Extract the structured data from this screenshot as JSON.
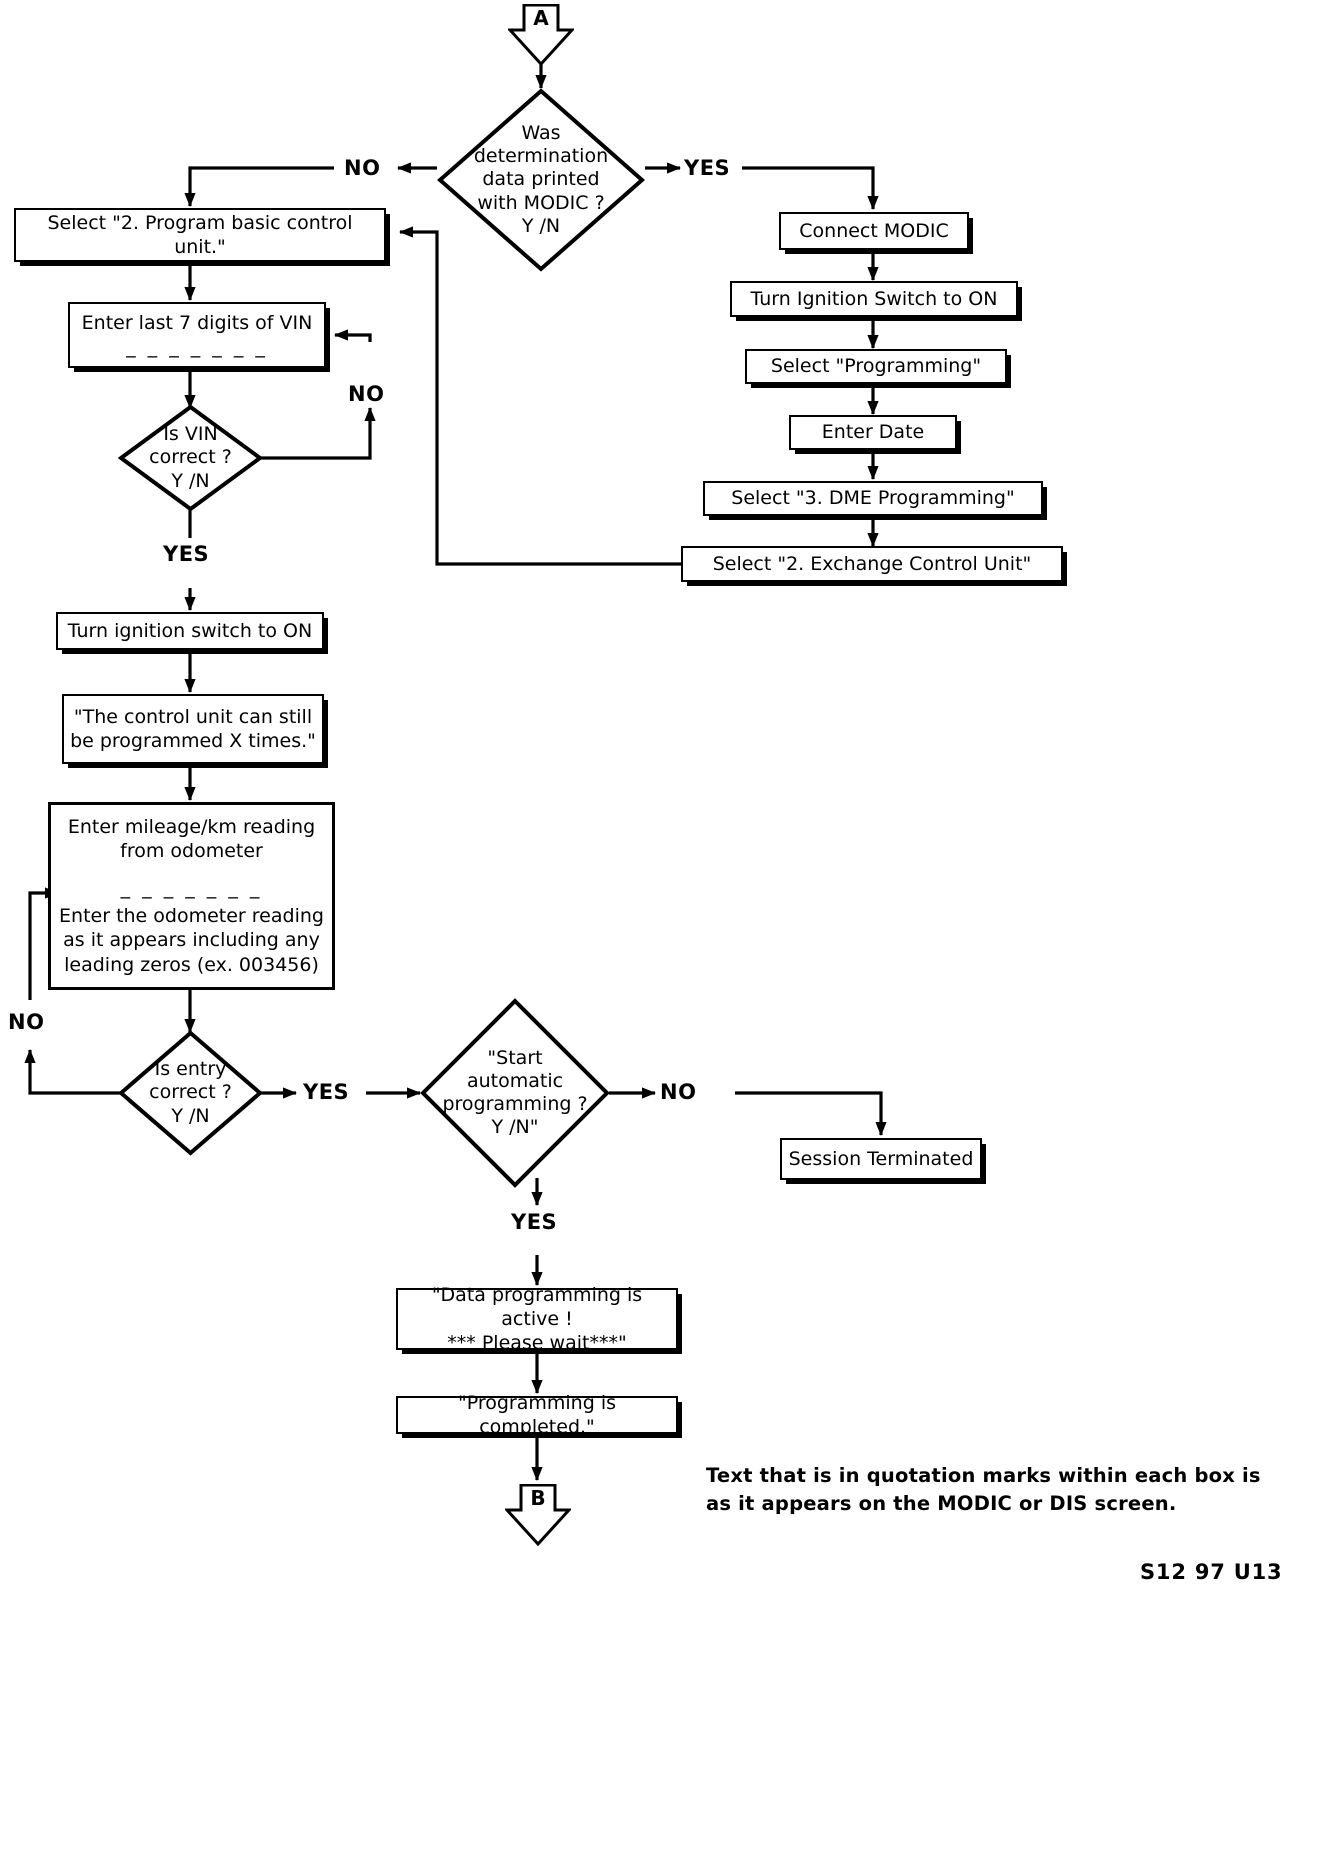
{
  "diagram": {
    "type": "flowchart",
    "title_connector_top": "A",
    "title_connector_bottom": "B",
    "caption": "S12 97 U13",
    "footnote": "Text that is in quotation marks within each box is as it appears on the MODIC or DIS screen."
  },
  "nodes": {
    "conn_a": {
      "label": "A",
      "shape": "arrow-connector"
    },
    "d_modic": {
      "line1": "Was",
      "line2": "determination",
      "line3": "data printed",
      "line4": "with MODIC ?",
      "line5": "Y /N",
      "shape": "decision"
    },
    "p_select2": {
      "text": "Select \"2. Program basic control unit.\"",
      "shape": "process"
    },
    "p_vin": {
      "line1": "Enter last 7 digits of VIN",
      "line2": "_ _ _ _ _ _ _",
      "shape": "process"
    },
    "d_vin": {
      "line1": "Is VIN",
      "line2": "correct ?",
      "line3": "Y /N",
      "shape": "decision"
    },
    "p_ign_left": {
      "text": "Turn ignition switch to ON",
      "shape": "process"
    },
    "p_xtimes": {
      "line1": "\"The control unit can still",
      "line2": "be programmed X times.\"",
      "shape": "process"
    },
    "p_mileage": {
      "line1": "Enter mileage/km reading",
      "line2": "from odometer",
      "line3": "_ _ _ _ _ _ _",
      "line4": "Enter the odometer reading",
      "line5": "as it appears including any",
      "line6": "leading zeros (ex. 003456)",
      "shape": "process"
    },
    "d_entry": {
      "line1": "Is entry",
      "line2": "correct ?",
      "line3": "Y /N",
      "shape": "decision"
    },
    "p_connect_modic": {
      "text": "Connect MODIC",
      "shape": "process"
    },
    "p_ign_right": {
      "text": "Turn Ignition Switch to ON",
      "shape": "process"
    },
    "p_sel_prog": {
      "text": "Select \"Programming\"",
      "shape": "process"
    },
    "p_enter_date": {
      "text": "Enter Date",
      "shape": "process"
    },
    "p_sel_dme": {
      "text": "Select \"3. DME Programming\"",
      "shape": "process"
    },
    "p_sel_exchange": {
      "text": "Select \"2. Exchange Control Unit\"",
      "shape": "process"
    },
    "d_autoprog": {
      "line1": "\"Start",
      "line2": "automatic",
      "line3": "programming ?",
      "line4": "Y /N\"",
      "shape": "decision"
    },
    "p_session_term": {
      "text": "Session Terminated",
      "shape": "process"
    },
    "p_data_active": {
      "line1": "\"Data programming is active !",
      "line2": "*** Please wait***\"",
      "shape": "process"
    },
    "p_prog_complete": {
      "text": "\"Programming is completed.\"",
      "shape": "process"
    },
    "conn_b": {
      "label": "B",
      "shape": "arrow-connector"
    }
  },
  "edge_labels": {
    "modic_no": "NO",
    "modic_yes": "YES",
    "vin_no": "NO",
    "vin_yes": "YES",
    "entry_no": "NO",
    "entry_yes": "YES",
    "auto_no": "NO",
    "auto_yes": "YES"
  },
  "colors": {
    "line": "#000000",
    "background": "#ffffff",
    "text": "#000000"
  }
}
